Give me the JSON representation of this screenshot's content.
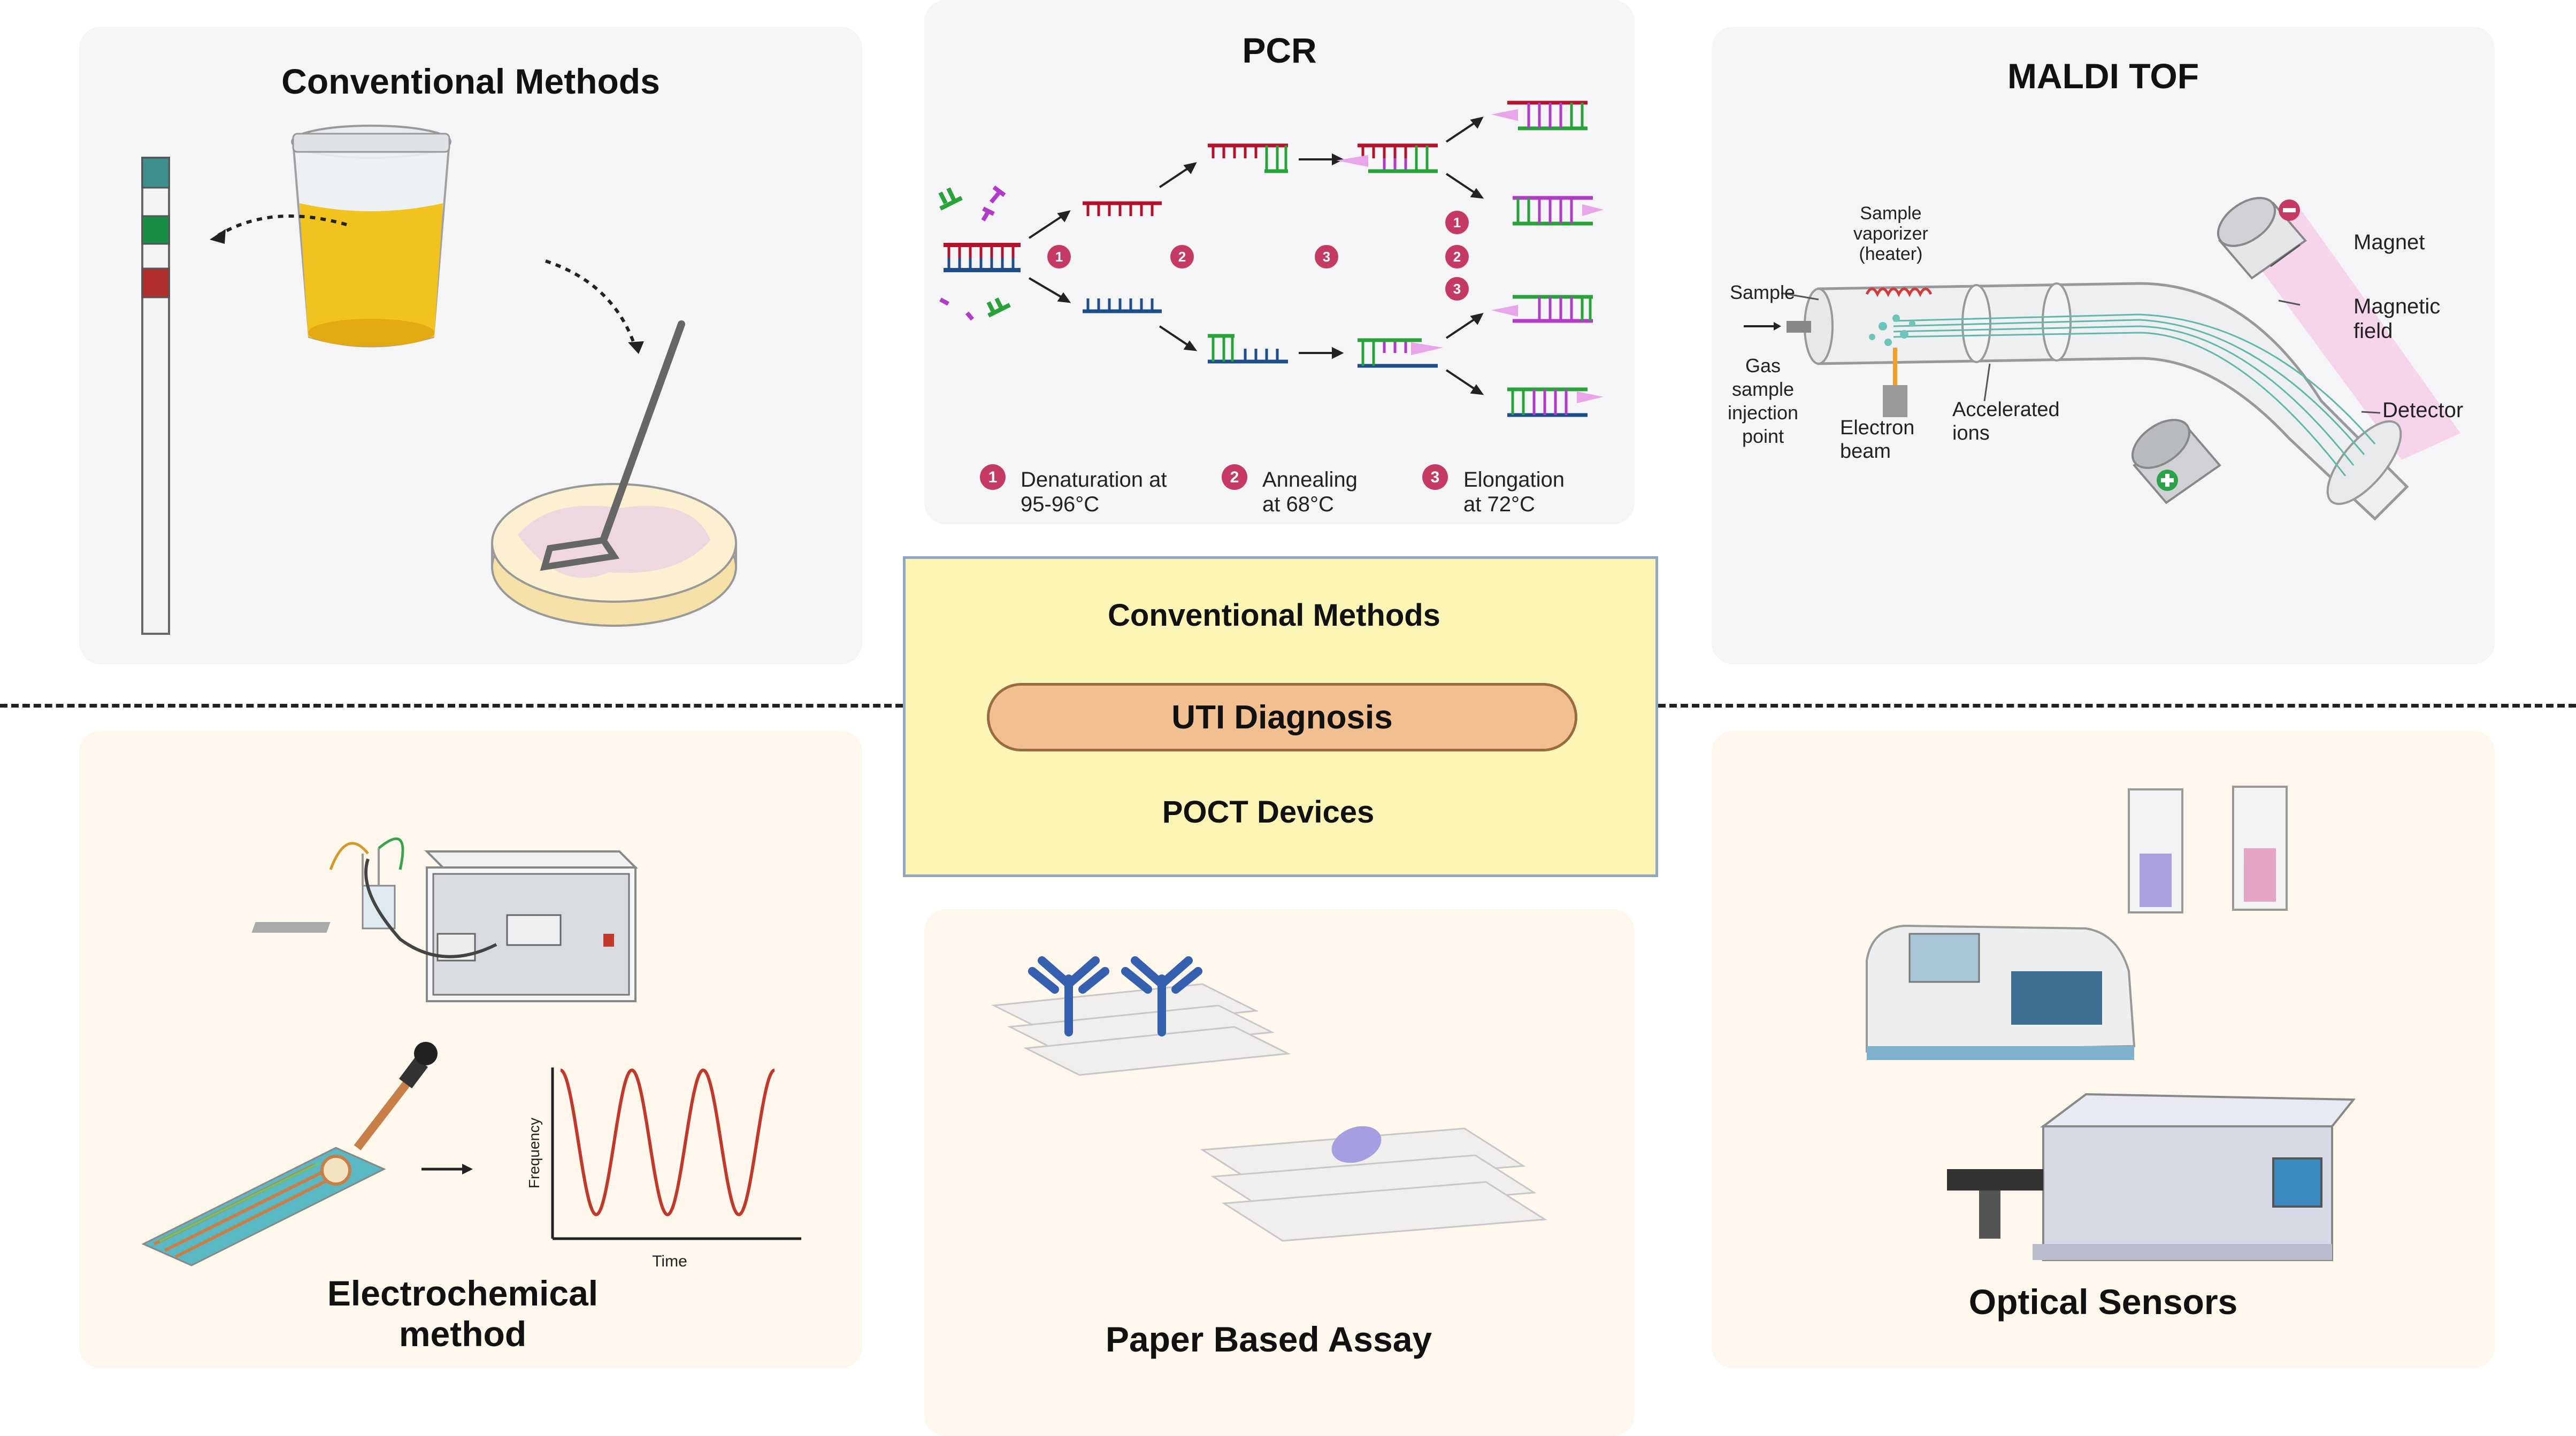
{
  "conventional": {
    "title": "Conventional Methods"
  },
  "pcr": {
    "title": "PCR",
    "steps": [
      {
        "num": "1",
        "line1": "Denaturation at",
        "line2": "95-96°C"
      },
      {
        "num": "2",
        "line1": "Annealing",
        "line2": "at 68°C"
      },
      {
        "num": "3",
        "line1": "Elongation",
        "line2": "at 72°C"
      }
    ],
    "markers": [
      "1",
      "2",
      "3",
      "1",
      "2",
      "3"
    ]
  },
  "maldi": {
    "title": "MALDI TOF",
    "labels": {
      "sample": "Sample",
      "vaporizer": [
        "Sample",
        "vaporizer",
        "(heater)"
      ],
      "gas": [
        "Gas",
        "sample",
        "injection",
        "point"
      ],
      "electron": [
        "Electron",
        "beam"
      ],
      "accelerated": [
        "Accelerated",
        "ions"
      ],
      "magnet": "Magnet",
      "field": [
        "Magnetic",
        "field"
      ],
      "detector": "Detector"
    }
  },
  "center": {
    "top": "Conventional Methods",
    "main": "UTI Diagnosis",
    "bottom": "POCT Devices"
  },
  "electro": {
    "title_line1": "Electrochemical",
    "title_line2": "method",
    "ylabel": "Frequency",
    "xlabel": "Time"
  },
  "paper": {
    "title": "Paper Based Assay"
  },
  "optical": {
    "title": "Optical Sensors"
  },
  "colors": {
    "panel_gray": "#f5f4f7",
    "panel_cream": "#fdf7ec",
    "center_fill": "#fbf5b6",
    "pill": "#f2bf91",
    "dna_red": "#b3122a",
    "dna_blue": "#1f4e8c",
    "primer_green": "#27a33a",
    "nucleotide_purple": "#b23ac9"
  }
}
